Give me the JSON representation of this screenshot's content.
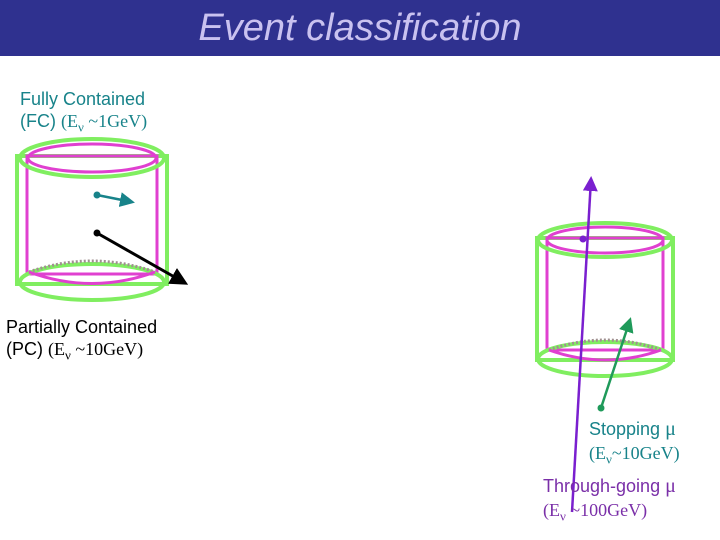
{
  "title": "Event classification",
  "colors": {
    "title_bg": "#2f318f",
    "title_text": "#c9c2f0",
    "cylinder_inner": "#e040d0",
    "cylinder_outer": "#80ee60",
    "fc_label": "#18838a",
    "pc_label": "#000000",
    "stopping_label": "#18838a",
    "through_label": "#7a2fa8",
    "fc_track": "#18838a",
    "pc_track": "#000000",
    "stopping_track": "#1f9a5a",
    "through_track": "#7a1fcf"
  },
  "labels": {
    "fc": {
      "line1": "Fully Contained",
      "line2_text": "(FC)",
      "energy": "(E",
      "nu": "ν",
      "energy_value": " ~1GeV)"
    },
    "pc": {
      "line1": "Partially Contained",
      "line2_text": "(PC)",
      "energy": "(E",
      "nu": "ν",
      "energy_value": " ~10GeV)"
    },
    "stopping": {
      "line1_text": "Stopping ",
      "mu": "μ",
      "energy": "(E",
      "nu": "ν",
      "energy_value": "~10GeV)"
    },
    "through": {
      "line1_text": "Through-going ",
      "mu": "μ",
      "energy": "(E",
      "nu": "ν",
      "energy_value": " ~100GeV)"
    }
  }
}
